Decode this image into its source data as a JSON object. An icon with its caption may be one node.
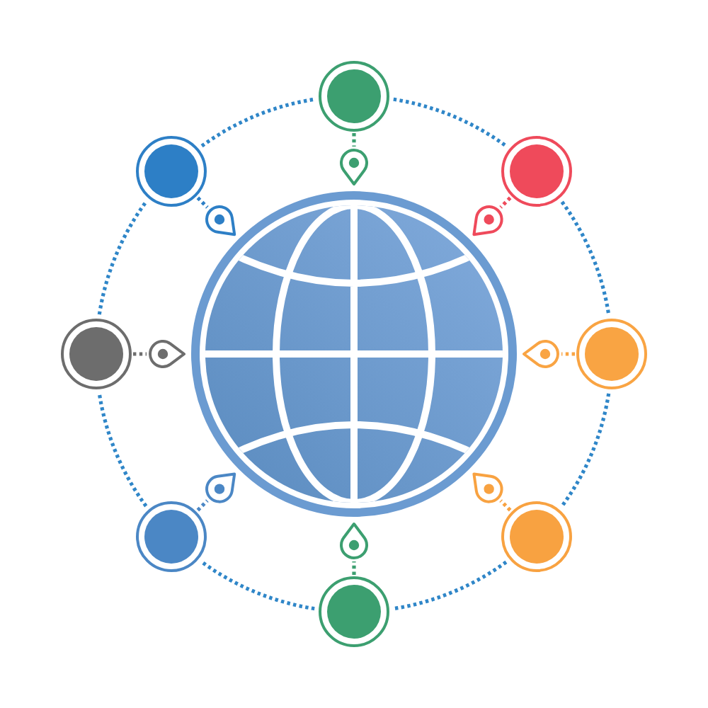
{
  "diagram": {
    "nodes": [
      {
        "text": [],
        "shape": "circle"
      },
      {
        "text": [],
        "shape": "circle"
      },
      {
        "text": [],
        "shape": "circle"
      },
      {
        "text": [],
        "shape": "circle"
      },
      {
        "text": [],
        "shape": "circle"
      },
      {
        "text": [],
        "shape": "circle"
      },
      {
        "text": [],
        "shape": "circle"
      },
      {
        "text": [],
        "shape": "circle"
      },
      {
        "text": [],
        "shape": "pin"
      },
      {
        "text": [],
        "shape": "pin"
      },
      {
        "text": [],
        "shape": "pin"
      },
      {
        "text": [],
        "shape": "pin"
      },
      {
        "text": [],
        "shape": "pin"
      },
      {
        "text": [],
        "shape": "pin"
      },
      {
        "text": [],
        "shape": "pin"
      },
      {
        "text": [],
        "shape": "pin"
      },
      {
        "text": [],
        "shape": "globe"
      }
    ],
    "edges": [
      {
        "from": 0,
        "to": 2,
        "arrow": "none",
        "style": "dashed"
      },
      {
        "from": 2,
        "to": 4,
        "arrow": "none",
        "style": "dashed"
      },
      {
        "from": 4,
        "to": 6,
        "arrow": "none",
        "style": "dashed"
      },
      {
        "from": 6,
        "to": 7,
        "arrow": "none",
        "style": "dashed"
      },
      {
        "from": 7,
        "to": 5,
        "arrow": "none",
        "style": "dashed"
      },
      {
        "from": 5,
        "to": 3,
        "arrow": "none",
        "style": "dashed"
      },
      {
        "from": 3,
        "to": 1,
        "arrow": "none",
        "style": "dashed"
      },
      {
        "from": 1,
        "to": 0,
        "arrow": "none",
        "style": "dashed"
      },
      {
        "from": 0,
        "to": 8,
        "arrow": "none",
        "style": "dashed",
        "color": "#3c9f70"
      },
      {
        "from": 1,
        "to": 9,
        "arrow": "none",
        "style": "dashed",
        "color": "#2d7fc6"
      },
      {
        "from": 2,
        "to": 10,
        "arrow": "none",
        "style": "dashed",
        "color": "#ef4a5b"
      },
      {
        "from": 3,
        "to": 11,
        "arrow": "none",
        "style": "dashed",
        "color": "#6d6d6d"
      },
      {
        "from": 4,
        "to": 12,
        "arrow": "none",
        "style": "dashed",
        "color": "#f9a443"
      },
      {
        "from": 5,
        "to": 13,
        "arrow": "none",
        "style": "dashed",
        "color": "#4b87c5"
      },
      {
        "from": 6,
        "to": 14,
        "arrow": "none",
        "style": "dashed",
        "color": "#f8a241"
      },
      {
        "from": 7,
        "to": 15,
        "arrow": "none",
        "style": "dashed",
        "color": "#3c9f70"
      }
    ]
  }
}
